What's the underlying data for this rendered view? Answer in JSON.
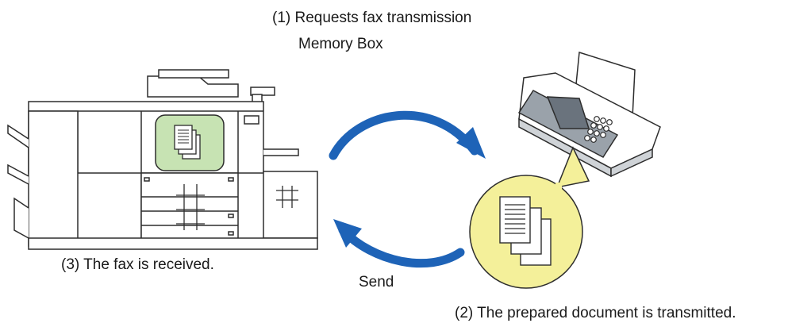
{
  "labels": {
    "step1_line1": "(1) Requests fax transmission",
    "step1_line2": "Memory Box",
    "step2": "(2) The prepared document is transmitted.",
    "step3": "(3) The fax is received.",
    "send": "Send"
  },
  "colors": {
    "arrow": "#1e63b7",
    "memory_box_fill": "#c7e3b3",
    "memory_box_stroke": "#2d2d2d",
    "bubble_fill": "#f4f09a",
    "line": "#2d2d2d",
    "fax_panel": "#8a9099"
  },
  "icons": {
    "mfp": "multifunction-printer-icon",
    "fax": "fax-machine-icon",
    "docs": "stacked-documents-icon"
  }
}
